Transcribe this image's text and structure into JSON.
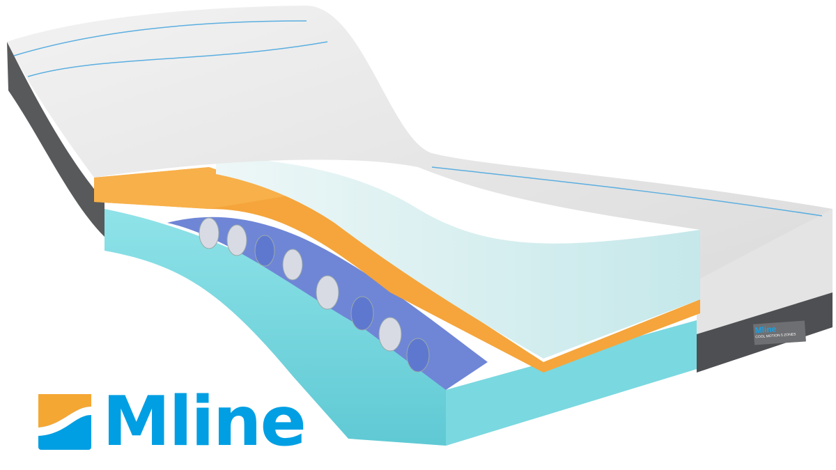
{
  "brand": {
    "name": "Mline",
    "colors": {
      "blue": "#009fe3",
      "orange": "#f5a733"
    }
  },
  "product_label": {
    "brand": "Mline",
    "subtitle": "COOL MOTION 5 ZONES"
  }
}
